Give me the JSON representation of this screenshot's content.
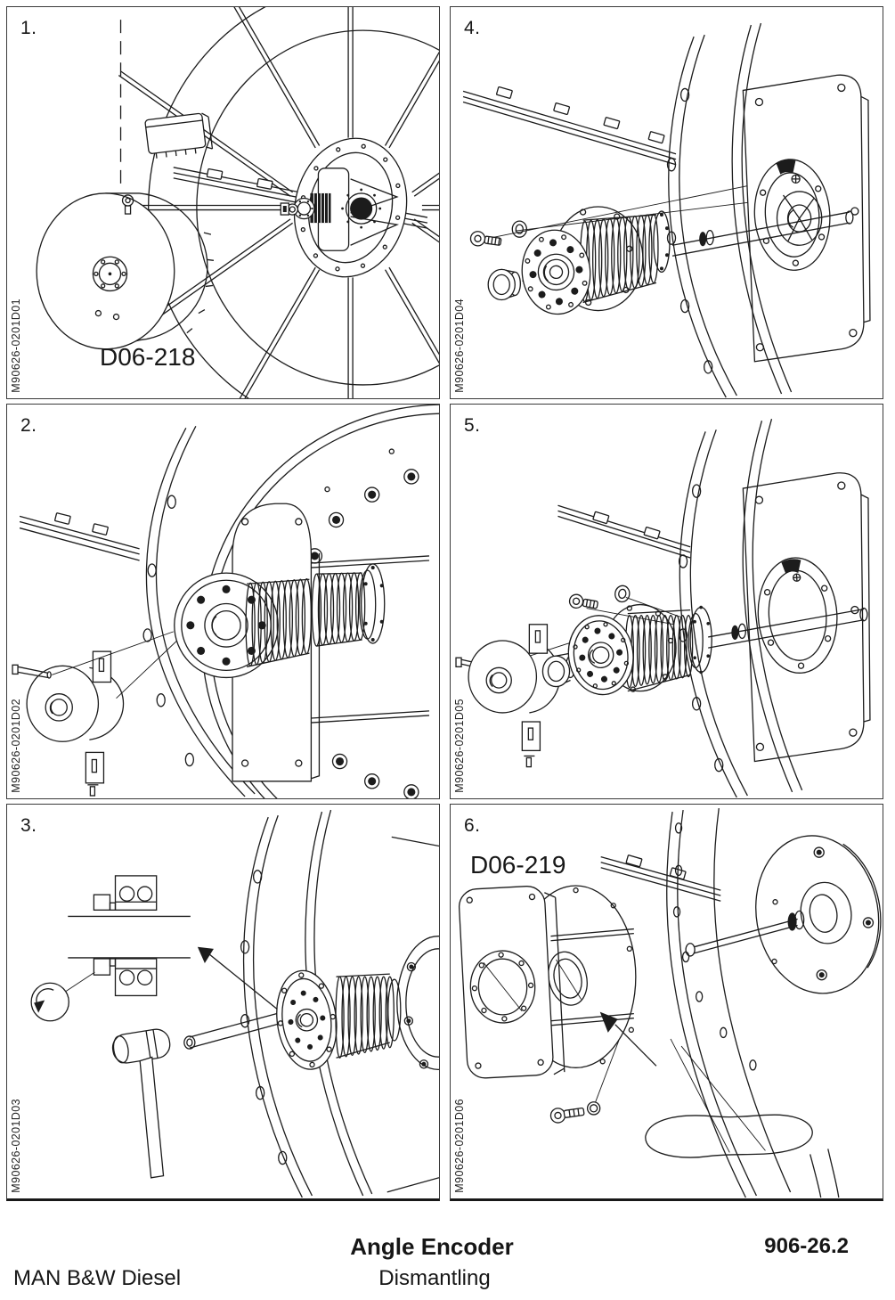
{
  "document": {
    "company": "MAN B&W Diesel",
    "title": "Angle Encoder",
    "subtitle": "Dismantling",
    "section_number": "906-26.2"
  },
  "panels": [
    {
      "number": "1.",
      "code": "M90626-0201D01",
      "label": "D06-218"
    },
    {
      "number": "2.",
      "code": "M90626-0201D02"
    },
    {
      "number": "3.",
      "code": "M90626-0201D03"
    },
    {
      "number": "4.",
      "code": "M90626-0201D04"
    },
    {
      "number": "5.",
      "code": "M90626-0201D05"
    },
    {
      "number": "6.",
      "code": "M90626-0201D06",
      "label": "D06-219"
    }
  ],
  "colors": {
    "line": "#1c1c1c",
    "background": "#ffffff",
    "border": "#3a3a3a"
  }
}
